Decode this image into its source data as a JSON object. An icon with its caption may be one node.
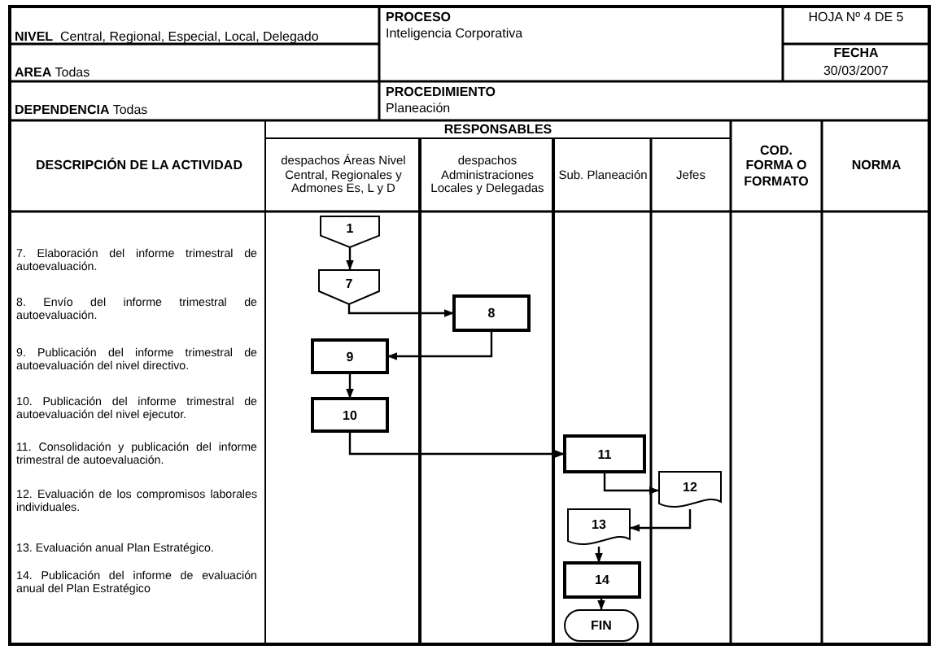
{
  "diagram": {
    "nodes": [
      {
        "text": [
          "1"
        ]
      },
      {
        "text": [
          "7"
        ]
      },
      {
        "text": [
          "8"
        ]
      },
      {
        "text": [
          "9"
        ]
      },
      {
        "text": [
          "10"
        ]
      },
      {
        "text": [
          "11"
        ]
      },
      {
        "text": [
          "12"
        ]
      },
      {
        "text": [
          "13"
        ]
      },
      {
        "text": [
          "14"
        ]
      },
      {
        "text": [
          "FIN"
        ]
      }
    ],
    "edges": [
      {
        "from": 0,
        "to": 1,
        "arrow": "to"
      },
      {
        "from": 1,
        "to": 2,
        "arrow": "to"
      },
      {
        "from": 2,
        "to": 3,
        "arrow": "to"
      },
      {
        "from": 3,
        "to": 4,
        "arrow": "to"
      },
      {
        "from": 4,
        "to": 5,
        "arrow": "to"
      },
      {
        "from": 5,
        "to": 6,
        "arrow": "to"
      },
      {
        "from": 6,
        "to": 7,
        "arrow": "to"
      },
      {
        "from": 7,
        "to": 8,
        "arrow": "to"
      },
      {
        "from": 8,
        "to": 9,
        "arrow": "to"
      }
    ],
    "labels": [
      "**NIVEL**  Central, Regional, Especial, Local, Delegado",
      "PROCESO",
      "Inteligencia Corporativa",
      "HOJA Nº 4 DE 5",
      "**AREA** Todas",
      "FECHA",
      "30/03/2007",
      "**DEPENDENCIA** Todas",
      "PROCEDIMIENTO",
      "Planeación",
      "DESCRIPCIÓN DE LA ACTIVIDAD",
      "RESPONSABLES",
      "despachos Áreas Nivel Central, Regionales y Admones Es, L y D",
      "despachos Administraciones Locales y Delegadas",
      "Sub. Planeación",
      "Jefes",
      "COD. FORMA O FORMATO",
      "NORMA",
      "7. Elaboración del informe trimestral de autoevaluación.",
      "8. Envío del informe trimestral de autoevaluación.",
      "9. Publicación del informe trimestral de autoevaluación del nivel directivo.",
      "10. Publicación del informe trimestral de autoevaluación del nivel ejecutor.",
      "11. Consolidación y publicación del informe trimestral de autoevaluación.",
      "12. Evaluación de los compromisos laborales individuales.",
      "13. Evaluación anual Plan Estratégico.",
      "14. Publicación del informe de evaluación anual del Plan Estratégico"
    ]
  }
}
